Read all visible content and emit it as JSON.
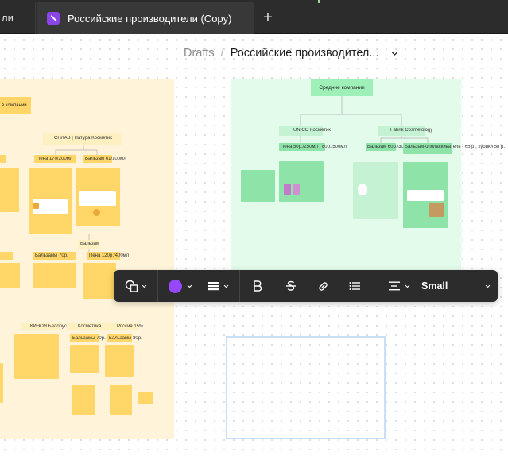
{
  "tabs": {
    "previous_tab_label": "ли",
    "active_tab_label": "Российские производители (Copy)",
    "add_tab_symbol": "+"
  },
  "breadcrumb": {
    "root": "Drafts",
    "separator": "/",
    "file_name": "Российские производител..."
  },
  "board": {
    "green_section_title": "Средние компании",
    "yellow_section_title": "в компании",
    "green_company_1": "UNICO Косметик",
    "green_company_2": "Fabrik Cosmetology",
    "green_price_1": "Пена 50р./250мл , 80р./500мл",
    "green_price_2": "Бальзам 60р./300мл",
    "green_price_3": "Бальзам-ополаскиватель - 65 р., кубики 58 р.",
    "yellow_company_1": "СПЛАВ | Натура Косметик",
    "yellow_price_1": "Пена 170/200мл",
    "yellow_price_2": "Бальзам 61/100мл",
    "yellow_price_3": "Бальзамы 70р.",
    "yellow_price_4": "Пена 120р./400мл",
    "yellow_label_mid": "Бальзам",
    "yellow_company_2": "КИНОЯ Белорусь",
    "yellow_company_3": "Косметика",
    "yellow_company_4": "Россия 15%",
    "yellow_price_5": "Бальзамы 70р.",
    "yellow_price_6": "Бальзамы 80р."
  },
  "toolbar": {
    "text_size_label": "Small",
    "active_color": "#9747ff"
  },
  "colors": {
    "tabbar_bg": "#2c2c2c",
    "accent_purple": "#9747ff",
    "yellow_section": "#fff4d9",
    "green_section": "#e2fbeb"
  }
}
